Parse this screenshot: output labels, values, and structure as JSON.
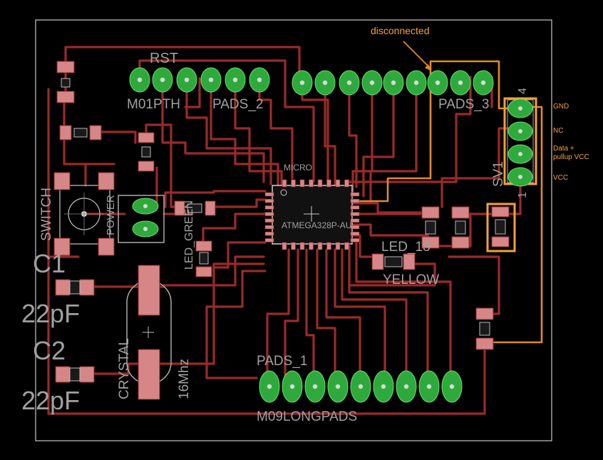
{
  "labels": {
    "rst": "RST",
    "m01pth": "M01PTH",
    "pads2": "PADS_2",
    "pads3": "PADS_3",
    "pads1": "PADS_1",
    "m09": "M09LONGPADS",
    "micro": "MICRO",
    "atmega": "ATMEGA328P-AU",
    "switch": "SWITCH",
    "power": "POWER",
    "led_green": "LED_GREEN",
    "led13": "LED_13",
    "yellow": "YELLOW",
    "c1": "C1",
    "c1_val": "22pF",
    "c2": "C2",
    "c2_val": "22pF",
    "crystal": "CRYSTAL",
    "crystal_val": "16Mhz",
    "sv1": "SV1",
    "sv1_pin1": "1",
    "sv1_pin4": "4"
  },
  "annotations": {
    "disconnected": "disconnected",
    "gnd": "GND",
    "nc": "NC",
    "data_line1": "Data +",
    "data_line2": "pullup VCC",
    "vcc": "VCC"
  },
  "colors": {
    "board": "#000000",
    "trace": "#9a2a2a",
    "pad": "#2eaa3c",
    "silk": "#a0a0a0",
    "annotation": "#f3a13a"
  }
}
